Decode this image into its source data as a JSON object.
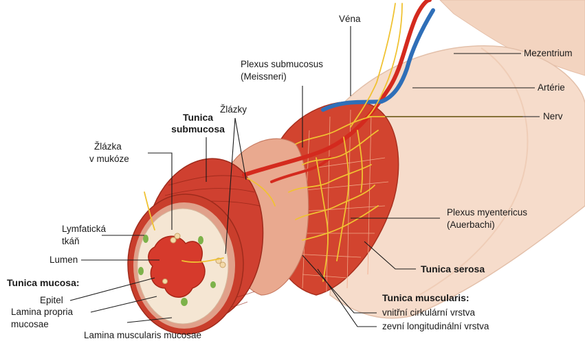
{
  "labels": {
    "vena": "Véna",
    "mezentrium": "Mezentrium",
    "arterie": "Artérie",
    "nerv": "Nerv",
    "plexus_submucosus_1": "Plexus submucosus",
    "plexus_submucosus_2": "(Meissneri)",
    "tunica_submucosa_1": "Tunica",
    "tunica_submucosa_2": "submucosa",
    "zlazky": "Žlázky",
    "zlazka_1": "Žlázka",
    "zlazka_2": "v mukóze",
    "lymfaticka_1": "Lymfatická",
    "lymfaticka_2": "tkáň",
    "lumen": "Lumen",
    "tunica_mucosa": "Tunica mucosa:",
    "epitel": "Epitel",
    "lamina_propria_1": "Lamina propria",
    "lamina_propria_2": "mucosae",
    "lamina_muscularis": "Lamina muscularis mucosae",
    "plexus_myentericus_1": "Plexus myentericus",
    "plexus_myentericus_2": "(Auerbachi)",
    "tunica_serosa": "Tunica serosa",
    "tunica_muscularis": "Tunica muscularis:",
    "vnitrni": "vnitřní cirkulární vrstva",
    "zevni": "zevní longitudinální vrstva"
  },
  "colors": {
    "serosa": "#f6dccb",
    "muscle": "#d2442f",
    "muscle_dark": "#a8301f",
    "submucosa": "#e9a98f",
    "mucosa_ring": "#f5e6d3",
    "lumen": "#d63a2c",
    "artery": "#d42a1e",
    "vein": "#2f6fb8",
    "nerve": "#f0c232",
    "gland": "#f3d9a8",
    "lymph": "#7db24a",
    "line": "#1a1a1a"
  }
}
